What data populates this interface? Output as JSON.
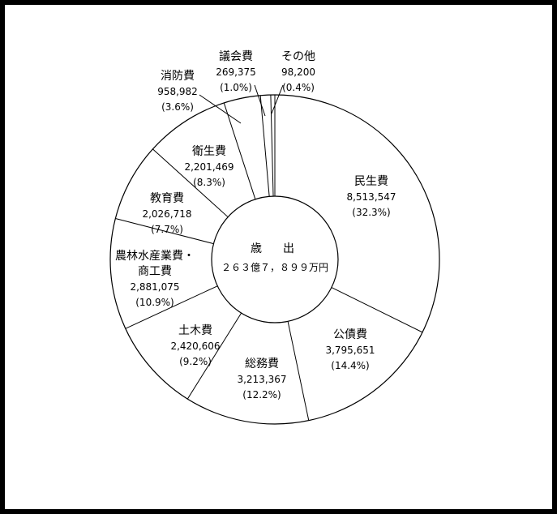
{
  "chart_data": {
    "type": "pie",
    "subtype": "donut",
    "direction": "clockwise",
    "start_angle_deg": 0,
    "legend_position": "none",
    "center_text": {
      "title": "歳　出",
      "value": "２６３億７，８９９万円"
    },
    "colors": {
      "fill": "#ffffff",
      "stroke": "#000000",
      "text": "#000000"
    },
    "slices": [
      {
        "label": "民生費",
        "value": "8,513,547",
        "percent": 32.3,
        "percent_label": "(32.3%)"
      },
      {
        "label": "公債費",
        "value": "3,795,651",
        "percent": 14.4,
        "percent_label": "(14.4%)"
      },
      {
        "label": "総務費",
        "value": "3,213,367",
        "percent": 12.2,
        "percent_label": "(12.2%)"
      },
      {
        "label": "土木費",
        "value": "2,420,606",
        "percent": 9.2,
        "percent_label": "(9.2%)"
      },
      {
        "label": "農林水産業費・",
        "label2": "商工費",
        "value": "2,881,075",
        "percent": 10.9,
        "percent_label": "(10.9%)"
      },
      {
        "label": "教育費",
        "value": "2,026,718",
        "percent": 7.7,
        "percent_label": "(7.7%)"
      },
      {
        "label": "衛生費",
        "value": "2,201,469",
        "percent": 8.3,
        "percent_label": "(8.3%)"
      },
      {
        "label": "消防費",
        "value": "958,982",
        "percent": 3.6,
        "percent_label": "(3.6%)"
      },
      {
        "label": "議会費",
        "value": "269,375",
        "percent": 1.0,
        "percent_label": "(1.0%)"
      },
      {
        "label": "その他",
        "value": "98,200",
        "percent": 0.4,
        "percent_label": "(0.4%)"
      }
    ]
  }
}
